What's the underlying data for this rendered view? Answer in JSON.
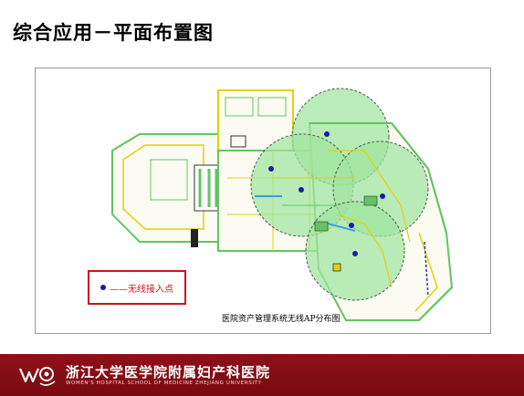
{
  "slide": {
    "title": "综合应用－平面布置图"
  },
  "plan": {
    "legend_label": "——无线接入点",
    "caption": "医院资产管理系统无线AP分布图",
    "ap_points": 6,
    "colors": {
      "coverage_fill": "#9fe49f",
      "coverage_stroke": "#555555",
      "wall_green": "#62c462",
      "wall_yellow": "#e0d20a",
      "ap_dot": "#1a1aa8",
      "legend_border": "#c8161e"
    }
  },
  "footer": {
    "org_name_cn": "浙江大学医学院附属妇产科医院",
    "org_name_en": "WOMEN'S HOSPITAL SCHOOL OF MEDICINE ZHEJIANG UNIVERSITY",
    "bar_color": "#8f1018"
  }
}
